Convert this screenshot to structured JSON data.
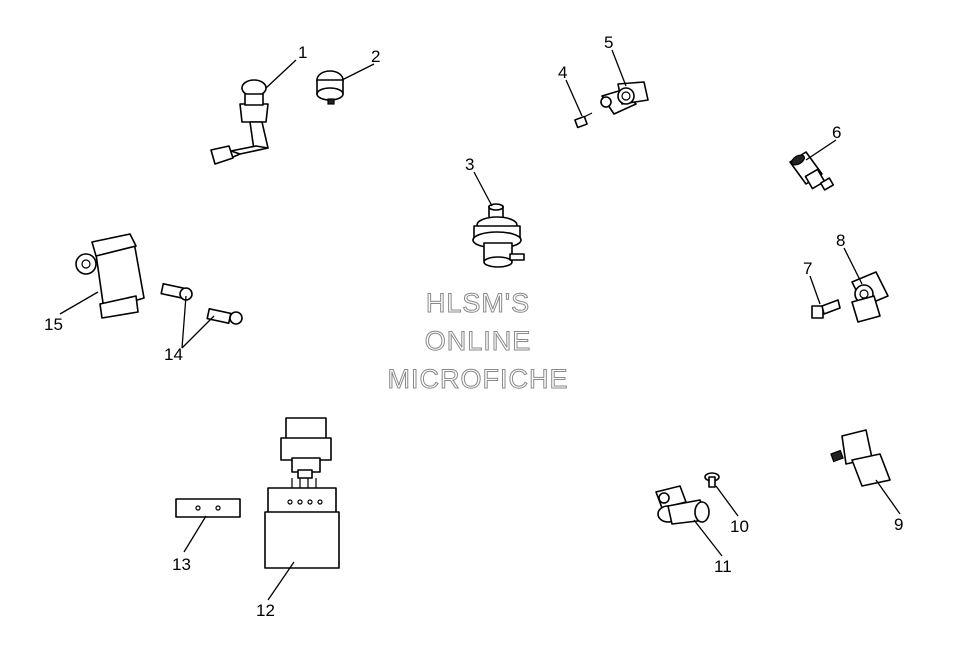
{
  "watermark": {
    "line1": "HLSM'S",
    "line2": "ONLINE",
    "line3": "MICROFICHE"
  },
  "callouts": [
    {
      "id": "c1",
      "label": "1"
    },
    {
      "id": "c2",
      "label": "2"
    },
    {
      "id": "c3",
      "label": "3"
    },
    {
      "id": "c4",
      "label": "4"
    },
    {
      "id": "c5",
      "label": "5"
    },
    {
      "id": "c6",
      "label": "6"
    },
    {
      "id": "c7",
      "label": "7"
    },
    {
      "id": "c8",
      "label": "8"
    },
    {
      "id": "c9",
      "label": "9"
    },
    {
      "id": "c10",
      "label": "10"
    },
    {
      "id": "c11",
      "label": "11"
    },
    {
      "id": "c12",
      "label": "12"
    },
    {
      "id": "c13",
      "label": "13"
    },
    {
      "id": "c14",
      "label": "14"
    },
    {
      "id": "c15",
      "label": "15"
    }
  ]
}
